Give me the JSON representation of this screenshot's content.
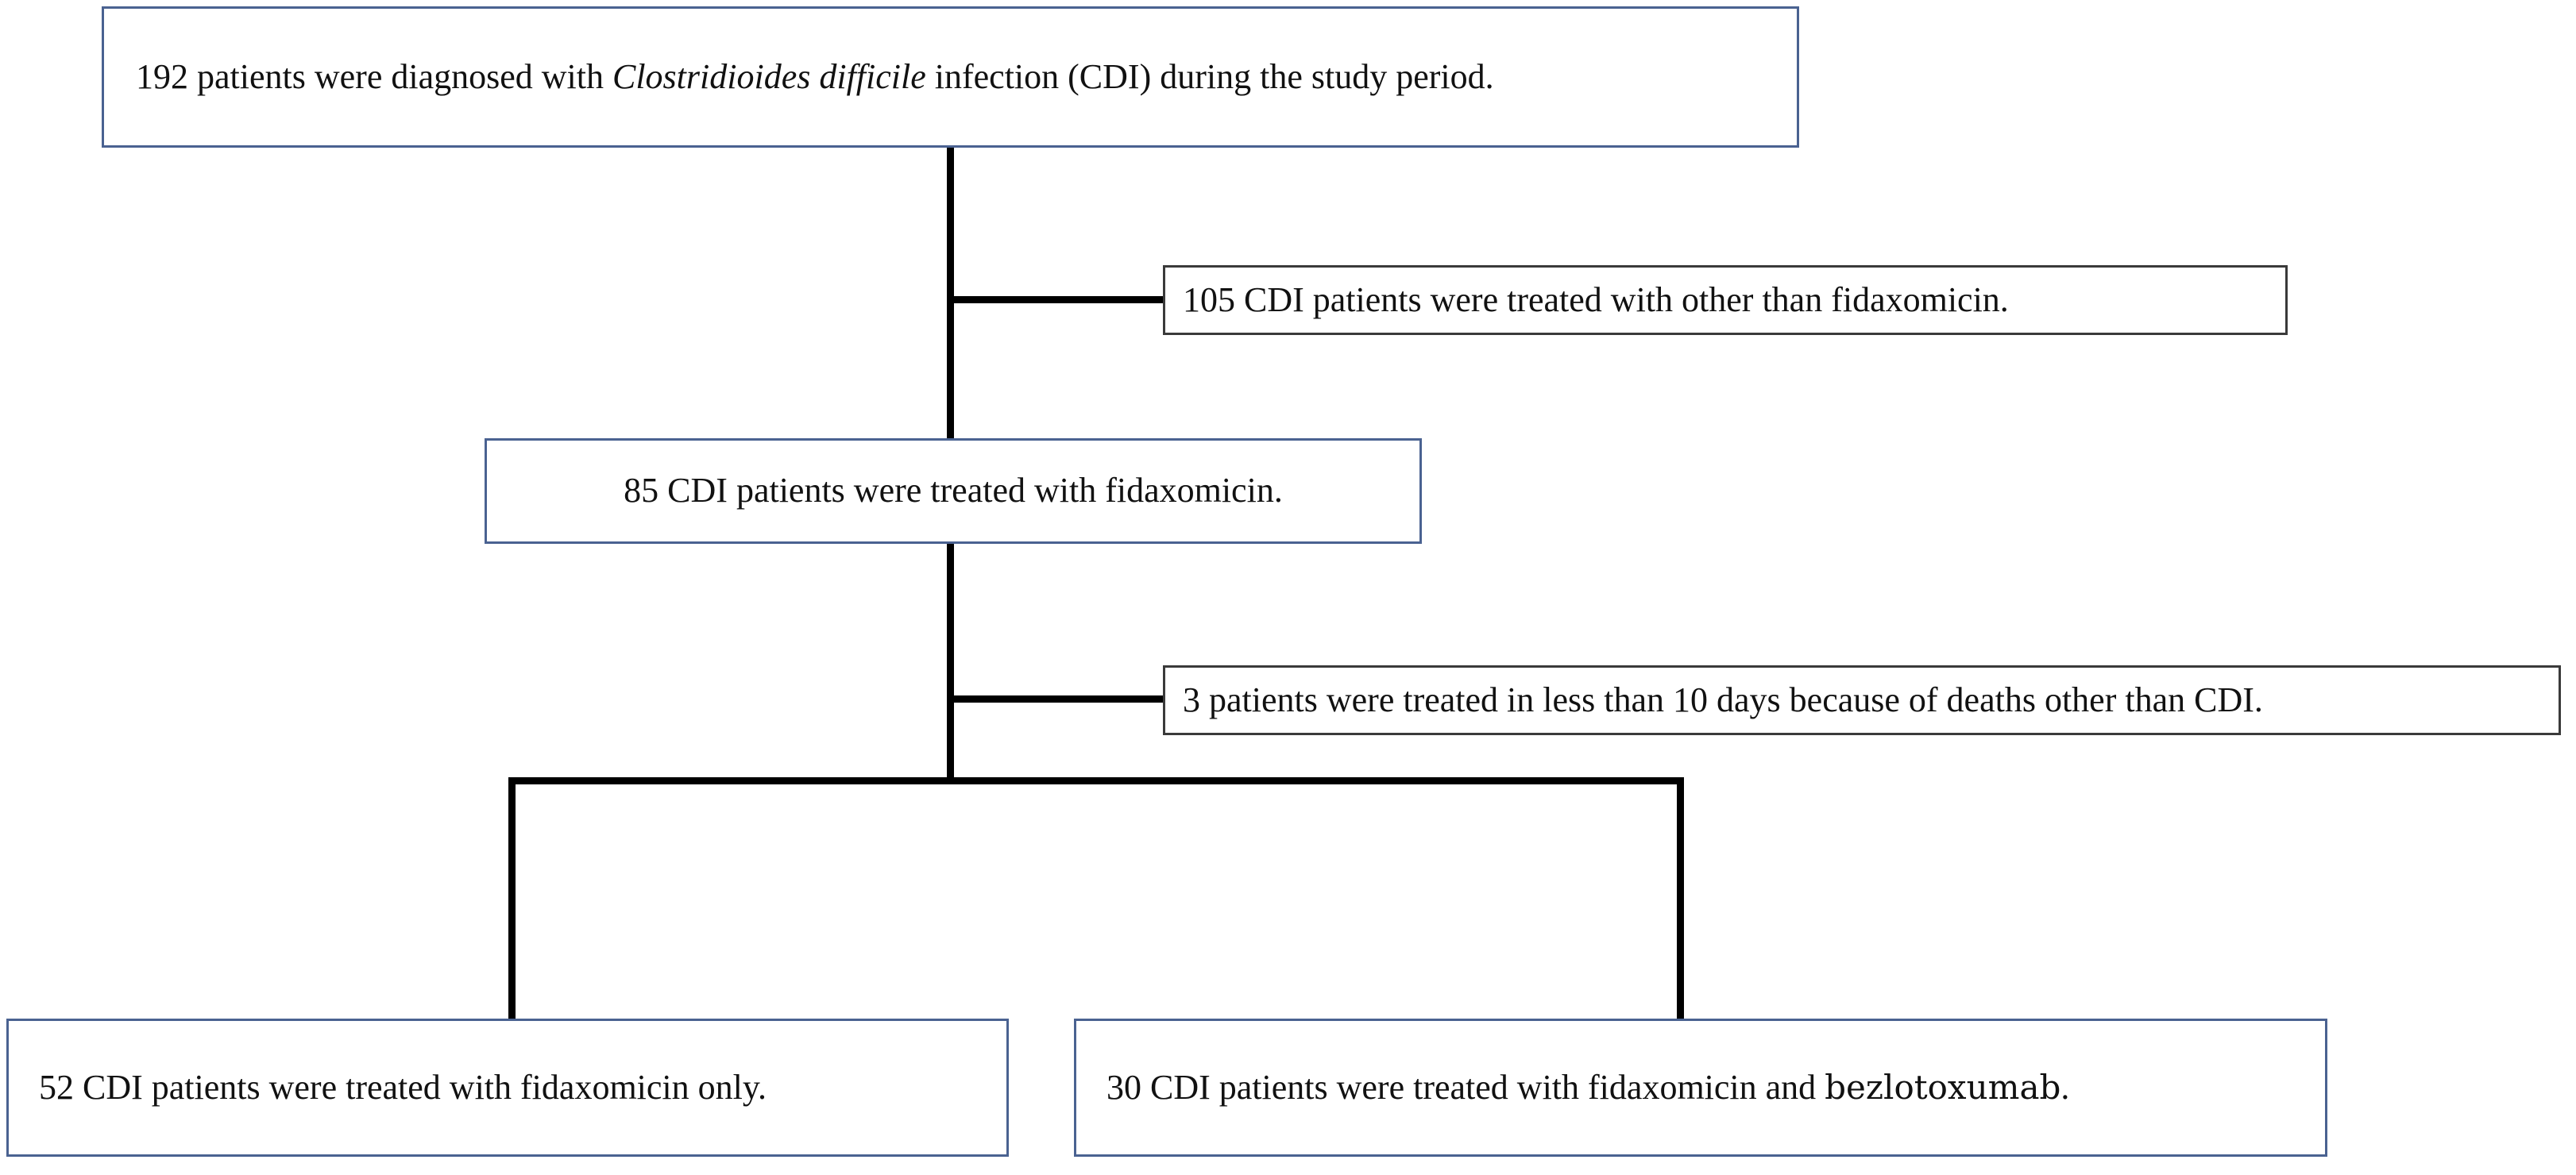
{
  "diagram": {
    "title": "CDI patient selection flow diagram",
    "type": "flowchart",
    "colors": {
      "box_border_blue": "#4a6291",
      "box_border_dark": "#3a3a3a",
      "connector": "#000000",
      "background": "#ffffff",
      "text": "#111111"
    },
    "nodes": {
      "total_diagnosed": {
        "text_prefix": "192 patients were diagnosed with ",
        "text_italic": "Clostridioides difficile",
        "text_suffix": " infection (CDI) during the study period.",
        "count": 192
      },
      "other_treatment": {
        "text": "105 CDI patients were treated with other than fidaxomicin.",
        "count": 105
      },
      "fidaxomicin_treated": {
        "text": "85 CDI patients were treated with fidaxomicin.",
        "count": 85
      },
      "excluded_deaths": {
        "text": "3 patients were treated in less than 10 days because of deaths other than CDI.",
        "count": 3
      },
      "fidaxomicin_only": {
        "text": "52 CDI patients were treated with fidaxomicin only.",
        "count": 52
      },
      "fidaxomicin_bezlotoxumab": {
        "text_prefix": "30 CDI patients were treated with fidaxomicin and ",
        "text_alt": "bezlotoxumab",
        "text_suffix": ".",
        "count": 30
      }
    }
  }
}
